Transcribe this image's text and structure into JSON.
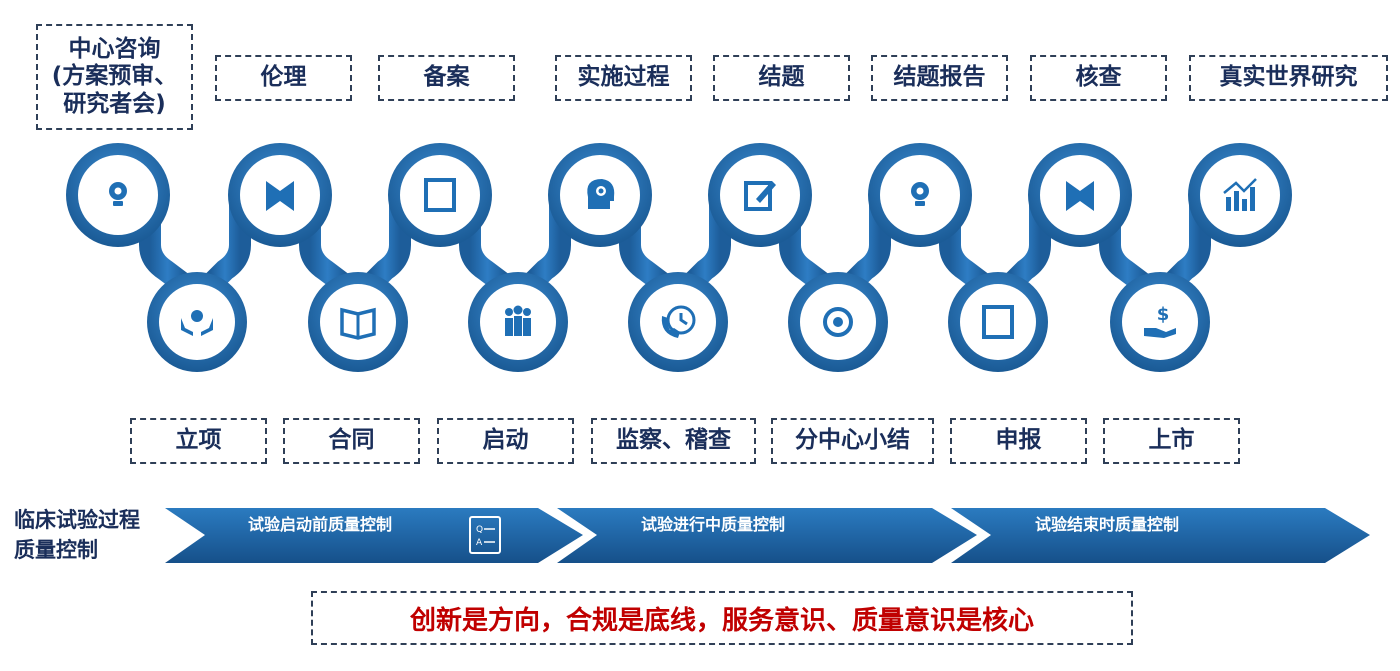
{
  "top_labels": [
    "中心咨询\n(方案预审、\n研究者会)",
    "伦理",
    "备案",
    "实施过程",
    "结题",
    "结题报告",
    "核查",
    "真实世界研究"
  ],
  "bottom_labels": [
    "立项",
    "合同",
    "启动",
    "监察、稽查",
    "分中心小结",
    "申报",
    "上市"
  ],
  "nodes_top_icons": [
    "lightbulb-icon",
    "bookmark-icon",
    "clipboard-icon",
    "brain-gear-icon",
    "edit-document-icon",
    "lightbulb-icon",
    "bookmark-icon",
    "rising-chart-icon"
  ],
  "nodes_bottom_icons": [
    "hands-coin-icon",
    "open-book-icon",
    "team-icon",
    "clock-phone-icon",
    "target-icon",
    "clipboard-icon",
    "hand-dollar-icon"
  ],
  "quality": {
    "title": "临床试验过程质量控制",
    "stages": [
      "试验启动前质量控制",
      "试验进行中质量控制",
      "试验结束时质量控制"
    ]
  },
  "motto": "创新是方向，合规是底线，服务意识、质量意识是核心",
  "colors": {
    "accent": "#1f6fb5",
    "dark_blue": "#1a5a95",
    "text_dark": "#1a2e5a",
    "motto_red": "#c00000"
  }
}
